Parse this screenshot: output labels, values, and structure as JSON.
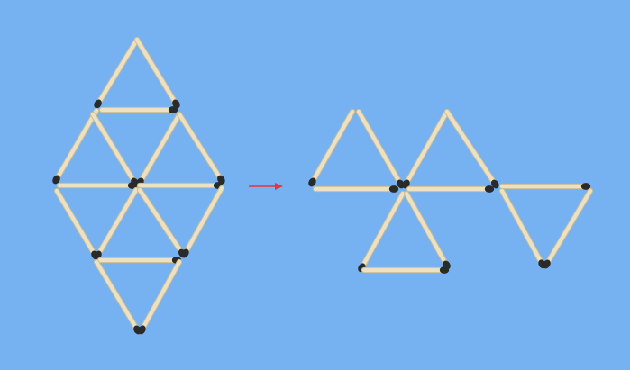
{
  "colors": {
    "background": "#76b2f1",
    "match_wood": "#ece1c3",
    "match_wood_edge": "#cdbd96",
    "match_head": "#2a2a2a",
    "arrow": "#e8323c"
  },
  "puzzle": {
    "before_figure": {
      "matchstick_count": 16,
      "triangle_count": 8
    },
    "transition": {
      "icon": "right-arrow-icon"
    },
    "after_figure": {
      "matchstick_count": 12,
      "triangle_count": 4
    }
  }
}
